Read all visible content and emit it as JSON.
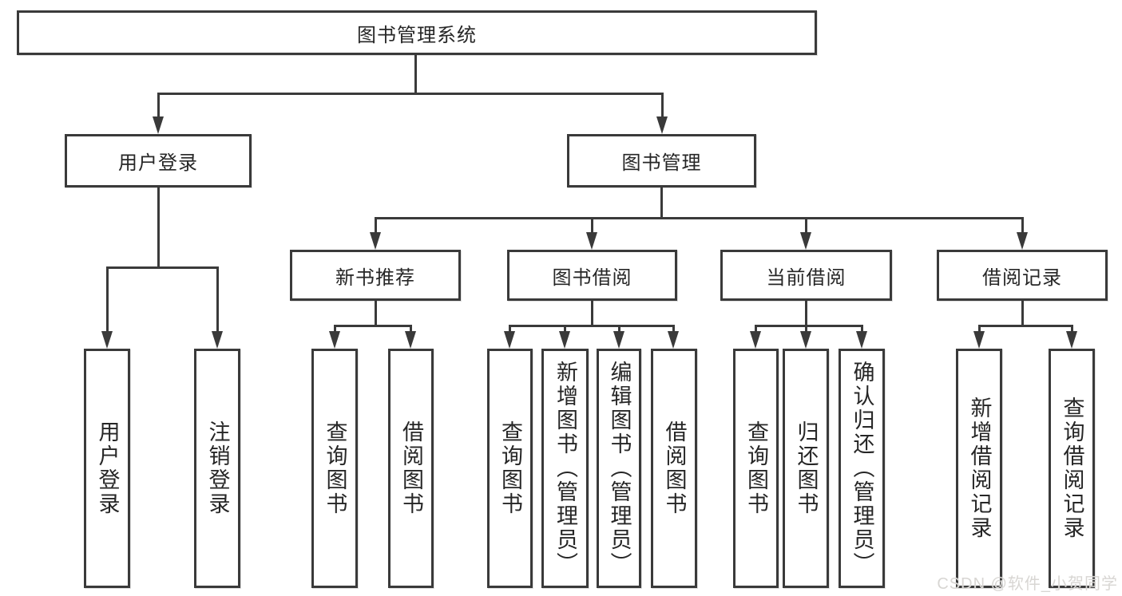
{
  "title": "图书管理系统",
  "nodes": {
    "root": "图书管理系统",
    "user_login": "用户登录",
    "book_mgmt": "图书管理",
    "new_book_rec": "新书推荐",
    "book_borrow": "图书借阅",
    "current_borrow": "当前借阅",
    "borrow_records": "借阅记录",
    "leaf_user_login": "用户登录",
    "leaf_logout": "注销登录",
    "leaf_nbr_query": "查询图书",
    "leaf_nbr_borrow": "借阅图书",
    "leaf_bb_query": "查询图书",
    "leaf_bb_add": "新增图书（管理员）",
    "leaf_bb_edit": "编辑图书（管理员）",
    "leaf_bb_borrow": "借阅图书",
    "leaf_cb_query": "查询图书",
    "leaf_cb_return": "归还图书",
    "leaf_cb_confirm": "确认归还（管理员）",
    "leaf_br_add": "新增借阅记录",
    "leaf_br_query": "查询借阅记录"
  },
  "tree": {
    "图书管理系统": {
      "用户登录": [
        "用户登录",
        "注销登录"
      ],
      "图书管理": {
        "新书推荐": [
          "查询图书",
          "借阅图书"
        ],
        "图书借阅": [
          "查询图书",
          "新增图书（管理员）",
          "编辑图书（管理员）",
          "借阅图书"
        ],
        "当前借阅": [
          "查询图书",
          "归还图书",
          "确认归还（管理员）"
        ],
        "借阅记录": [
          "新增借阅记录",
          "查询借阅记录"
        ]
      }
    }
  },
  "colors": {
    "line": "#3a3a3a",
    "border": "#3a3a3a",
    "text": "#262626",
    "background": "#ffffff",
    "watermark_text": "#d8d6d3"
  },
  "watermark": "CSDN @软件_小贺同学"
}
